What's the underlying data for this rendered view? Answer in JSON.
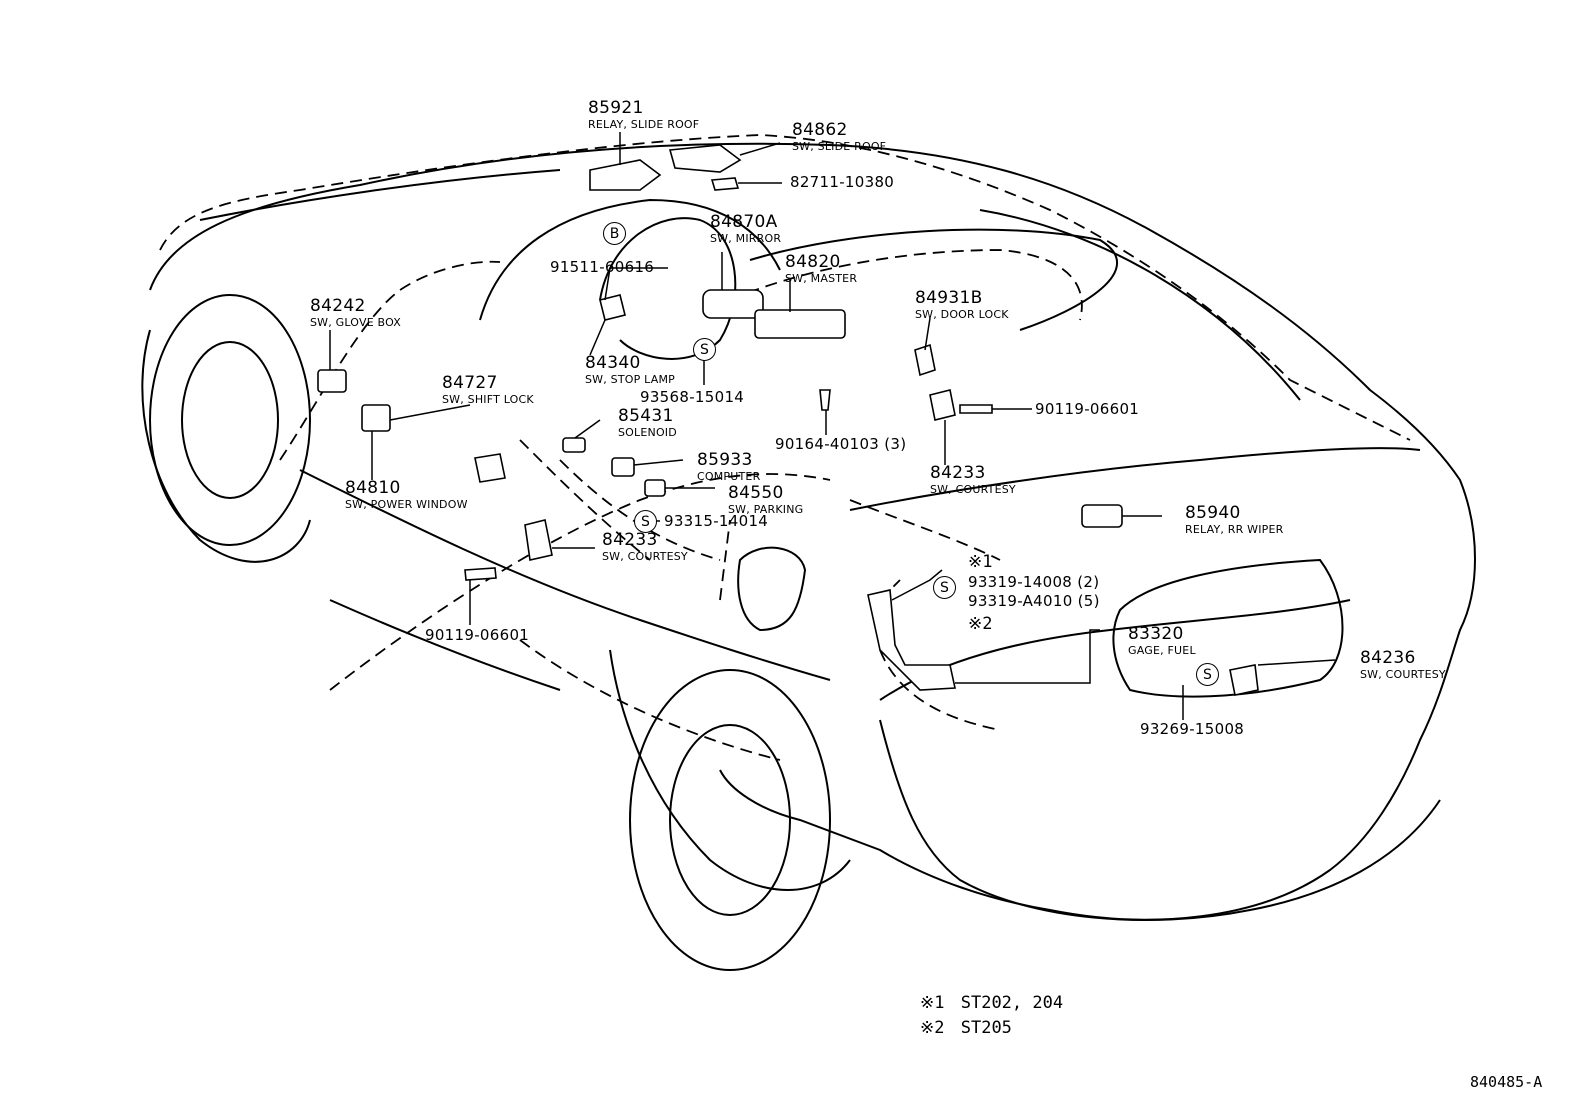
{
  "parts": [
    {
      "id": "p85921",
      "number": "85921",
      "desc": "RELAY, SLIDE ROOF"
    },
    {
      "id": "p84862",
      "number": "84862",
      "desc": "SW, SLIDE ROOF"
    },
    {
      "id": "p82711",
      "number": "82711-10380",
      "desc": ""
    },
    {
      "id": "p84870A",
      "number": "84870A",
      "desc": "SW, MIRROR"
    },
    {
      "id": "p91511",
      "number": "91511-60616",
      "desc": ""
    },
    {
      "id": "p84820",
      "number": "84820",
      "desc": "SW, MASTER"
    },
    {
      "id": "p84931B",
      "number": "84931B",
      "desc": "SW, DOOR LOCK"
    },
    {
      "id": "p84242",
      "number": "84242",
      "desc": "SW, GLOVE BOX"
    },
    {
      "id": "p84340",
      "number": "84340",
      "desc": "SW, STOP LAMP"
    },
    {
      "id": "p93568",
      "number": "93568-15014",
      "desc": ""
    },
    {
      "id": "p84727",
      "number": "84727",
      "desc": "SW, SHIFT LOCK"
    },
    {
      "id": "p85431",
      "number": "85431",
      "desc": "SOLENOID"
    },
    {
      "id": "p90119a",
      "number": "90119-06601",
      "desc": ""
    },
    {
      "id": "p90164",
      "number": "90164-40103 (3)",
      "desc": ""
    },
    {
      "id": "p84233a",
      "number": "84233",
      "desc": "SW, COURTESY"
    },
    {
      "id": "p85933",
      "number": "85933",
      "desc": "COMPUTER"
    },
    {
      "id": "p84550",
      "number": "84550",
      "desc": "SW, PARKING"
    },
    {
      "id": "p93315",
      "number": "93315-14014",
      "desc": ""
    },
    {
      "id": "p84810",
      "number": "84810",
      "desc": "SW, POWER WINDOW"
    },
    {
      "id": "p84233b",
      "number": "84233",
      "desc": "SW, COURTESY"
    },
    {
      "id": "p85940",
      "number": "85940",
      "desc": "RELAY, RR WIPER"
    },
    {
      "id": "p90119b",
      "number": "90119-06601",
      "desc": ""
    },
    {
      "id": "p93319a",
      "number": "93319-14008 (2)",
      "desc": ""
    },
    {
      "id": "p93319b",
      "number": "93319-A4010 (5)",
      "desc": ""
    },
    {
      "id": "p83320",
      "number": "83320",
      "desc": "GAGE, FUEL"
    },
    {
      "id": "p84236",
      "number": "84236",
      "desc": "SW, COURTESY"
    },
    {
      "id": "p93269",
      "number": "93269-15008",
      "desc": ""
    }
  ],
  "markers": {
    "b_symbol": "B",
    "s_symbol": "S",
    "note1_mark": "※1",
    "note2_mark": "※2"
  },
  "notes": [
    {
      "mark": "※1",
      "text": "ST202, 204"
    },
    {
      "mark": "※2",
      "text": "ST205"
    }
  ],
  "figure_id": "840485-A"
}
